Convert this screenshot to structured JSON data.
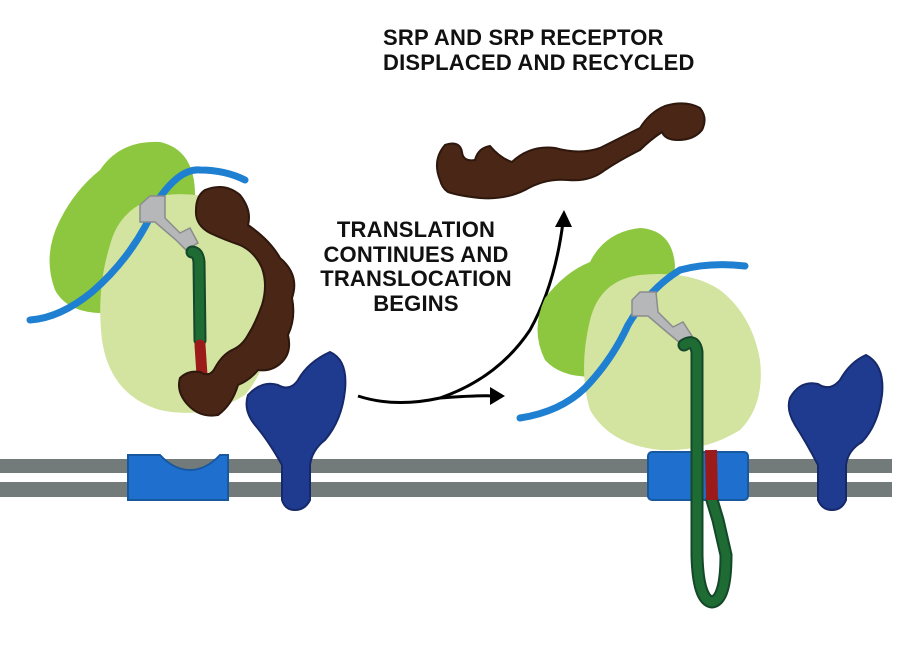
{
  "labels": {
    "srp_displaced": [
      "SRP AND SRP RECEPTOR",
      "DISPLACED AND RECYCLED"
    ],
    "translation_continues": [
      "TRANSLATION",
      "CONTINUES AND",
      "TRANSLOCATION",
      "BEGINS"
    ]
  },
  "colors": {
    "ribosome_large": "#8dc63f",
    "ribosome_small": "#d3e3a0",
    "mrna": "#1f7fd0",
    "trna": "#b5b7b9",
    "nascent_chain": "#1f6b34",
    "signal_sequence": "#9b1b1b",
    "srp": "#4a2616",
    "srp_receptor": "#1f3b8f",
    "translocon": "#1f6fce",
    "membrane": "#737a7a",
    "arrow": "#000000"
  }
}
